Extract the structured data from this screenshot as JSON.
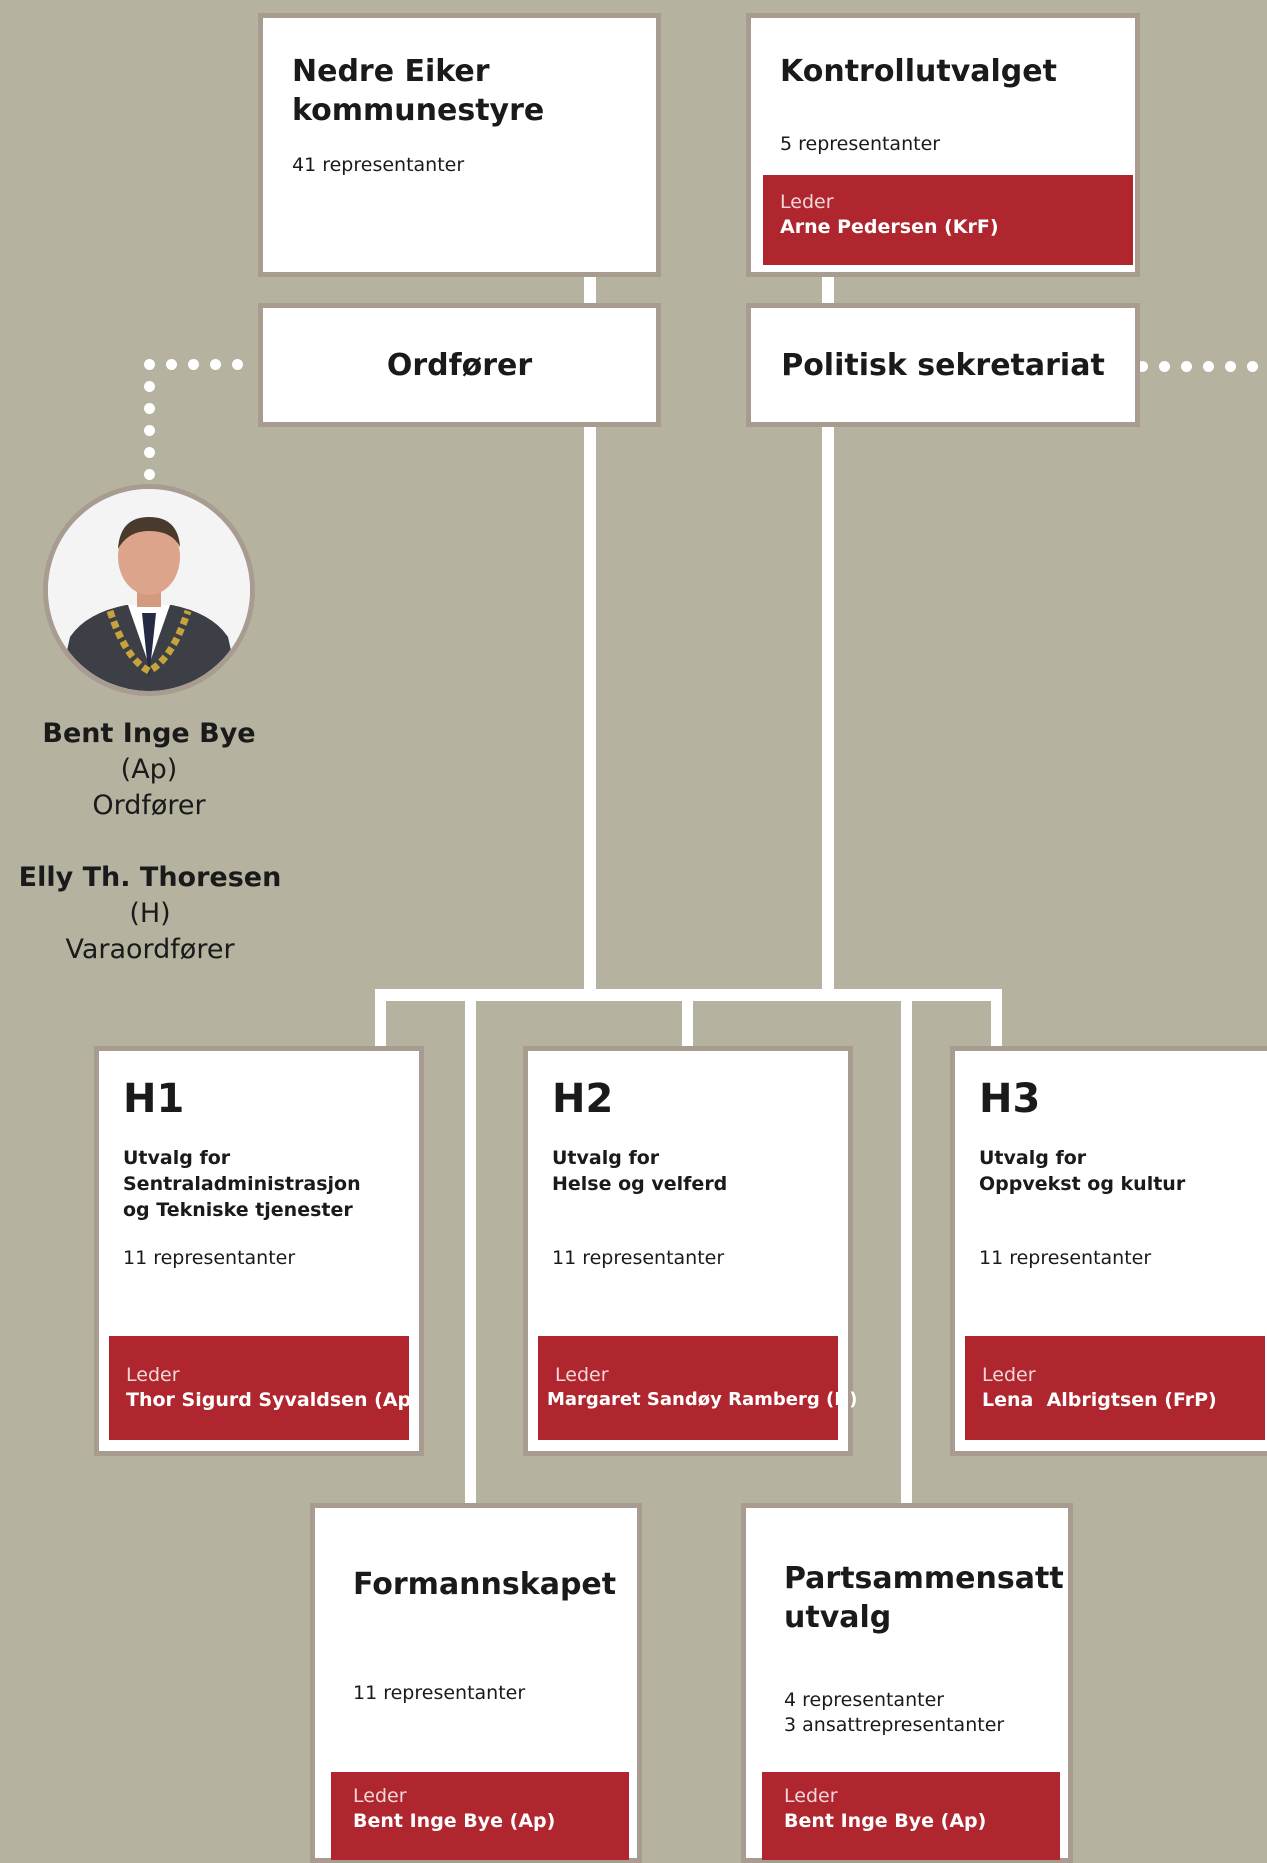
{
  "kommunestyre": {
    "title": "Nedre Eiker kommunestyre",
    "reps": "41 representanter"
  },
  "kontrollutvalget": {
    "title": "Kontrollutvalget",
    "reps": "5 representanter",
    "leader_label": "Leder",
    "leader_name": "Arne Pedersen (KrF)"
  },
  "ordforer_box": {
    "title": "Ordfører"
  },
  "sekretariat": {
    "title": "Politisk sekretariat"
  },
  "mayor": {
    "name": "Bent Inge Bye",
    "party": "(Ap)",
    "role": "Ordfører"
  },
  "deputy": {
    "name": "Elly Th. Thoresen",
    "party": "(H)",
    "role": "Varaordfører"
  },
  "h1": {
    "code": "H1",
    "desc_line1": "Utvalg for",
    "desc_line2": "Sentraladministrasjon",
    "desc_line3": "og Tekniske tjenester",
    "reps": "11 representanter",
    "leader_label": "Leder",
    "leader_name": "Thor Sigurd Syvaldsen (Ap)"
  },
  "h2": {
    "code": "H2",
    "desc_line1": "Utvalg for",
    "desc_line2": "Helse og velferd",
    "reps": "11 representanter",
    "leader_label": "Leder",
    "leader_name": "Margaret Sandøy Ramberg (H)"
  },
  "h3": {
    "code": "H3",
    "desc_line1": "Utvalg for",
    "desc_line2": "Oppvekst og kultur",
    "reps": "11 representanter",
    "leader_label": "Leder",
    "leader_name": "Lena  Albrigtsen (FrP)"
  },
  "formannskapet": {
    "title": "Formannskapet",
    "reps": "11 representanter",
    "leader_label": "Leder",
    "leader_name": "Bent Inge Bye (Ap)"
  },
  "partssammensatt": {
    "title_line1": "Partsammensatt",
    "title_line2": "utvalg",
    "reps_line1": "4 representanter",
    "reps_line2": "3 ansattrepresentanter",
    "leader_label": "Leder",
    "leader_name": "Bent Inge Bye (Ap)"
  }
}
